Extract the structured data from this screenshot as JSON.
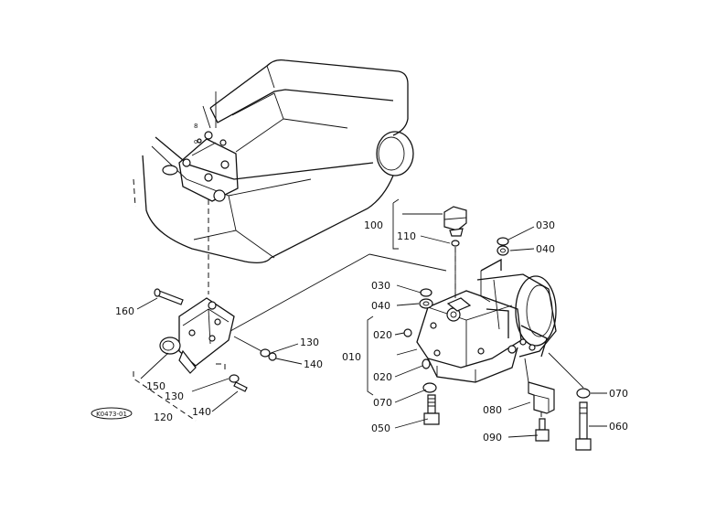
{
  "callouts": [
    {
      "id": "c100",
      "text": "100"
    },
    {
      "id": "c110",
      "text": "110"
    },
    {
      "id": "c030a",
      "text": "030"
    },
    {
      "id": "c040a",
      "text": "040"
    },
    {
      "id": "c030b",
      "text": "030"
    },
    {
      "id": "c040b",
      "text": "040"
    },
    {
      "id": "c020a",
      "text": "020"
    },
    {
      "id": "c010",
      "text": "010"
    },
    {
      "id": "c020b",
      "text": "020"
    },
    {
      "id": "c070a",
      "text": "070"
    },
    {
      "id": "c050",
      "text": "050"
    },
    {
      "id": "c080",
      "text": "080"
    },
    {
      "id": "c090",
      "text": "090"
    },
    {
      "id": "c070b",
      "text": "070"
    },
    {
      "id": "c060",
      "text": "060"
    },
    {
      "id": "c160",
      "text": "160"
    },
    {
      "id": "c130a",
      "text": "130"
    },
    {
      "id": "c140a",
      "text": "140"
    },
    {
      "id": "c150",
      "text": "150"
    },
    {
      "id": "c130b",
      "text": "130"
    },
    {
      "id": "c120",
      "text": "120"
    },
    {
      "id": "c140b",
      "text": "140"
    }
  ],
  "stamp": {
    "text": "K0473-01"
  }
}
